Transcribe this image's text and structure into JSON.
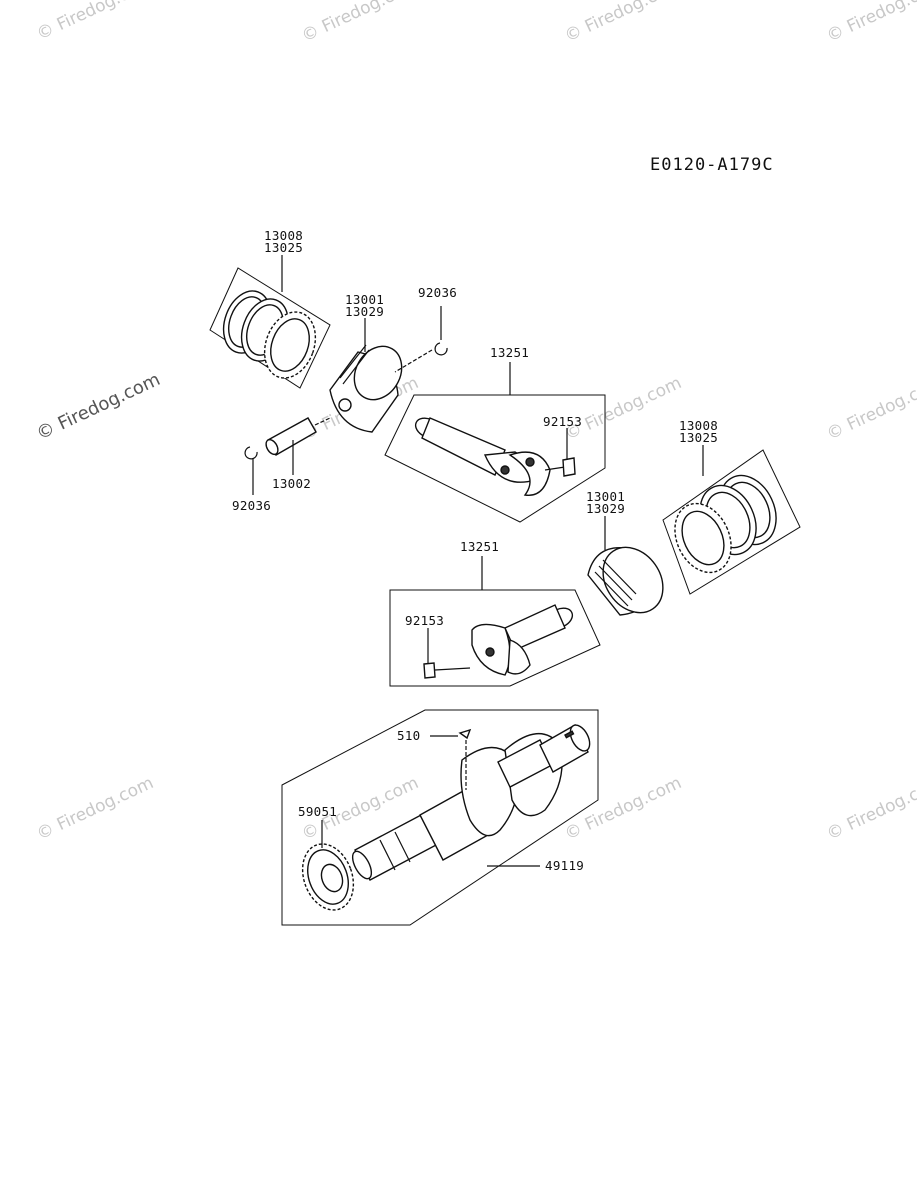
{
  "diagram_code": "E0120-A179C",
  "watermarks": [
    "© Firedog.com"
  ],
  "labels": {
    "rings_1_a": "13008",
    "rings_1_b": "13025",
    "piston_1_a": "13001",
    "piston_1_b": "13029",
    "clip_1": "92036",
    "conrod_1": "13251",
    "bolt_1": "92153",
    "pin": "13002",
    "clip_2": "92036",
    "rings_2_a": "13008",
    "rings_2_b": "13025",
    "piston_2_a": "13001",
    "piston_2_b": "13029",
    "conrod_2": "13251",
    "bolt_2": "92153",
    "key": "510",
    "gear": "59051",
    "crankshaft": "49119"
  },
  "icons": [
    "piston-ring-set",
    "piston",
    "circlip",
    "piston-pin",
    "connecting-rod",
    "rod-bolt",
    "crankshaft",
    "crank-gear",
    "woodruff-key"
  ]
}
